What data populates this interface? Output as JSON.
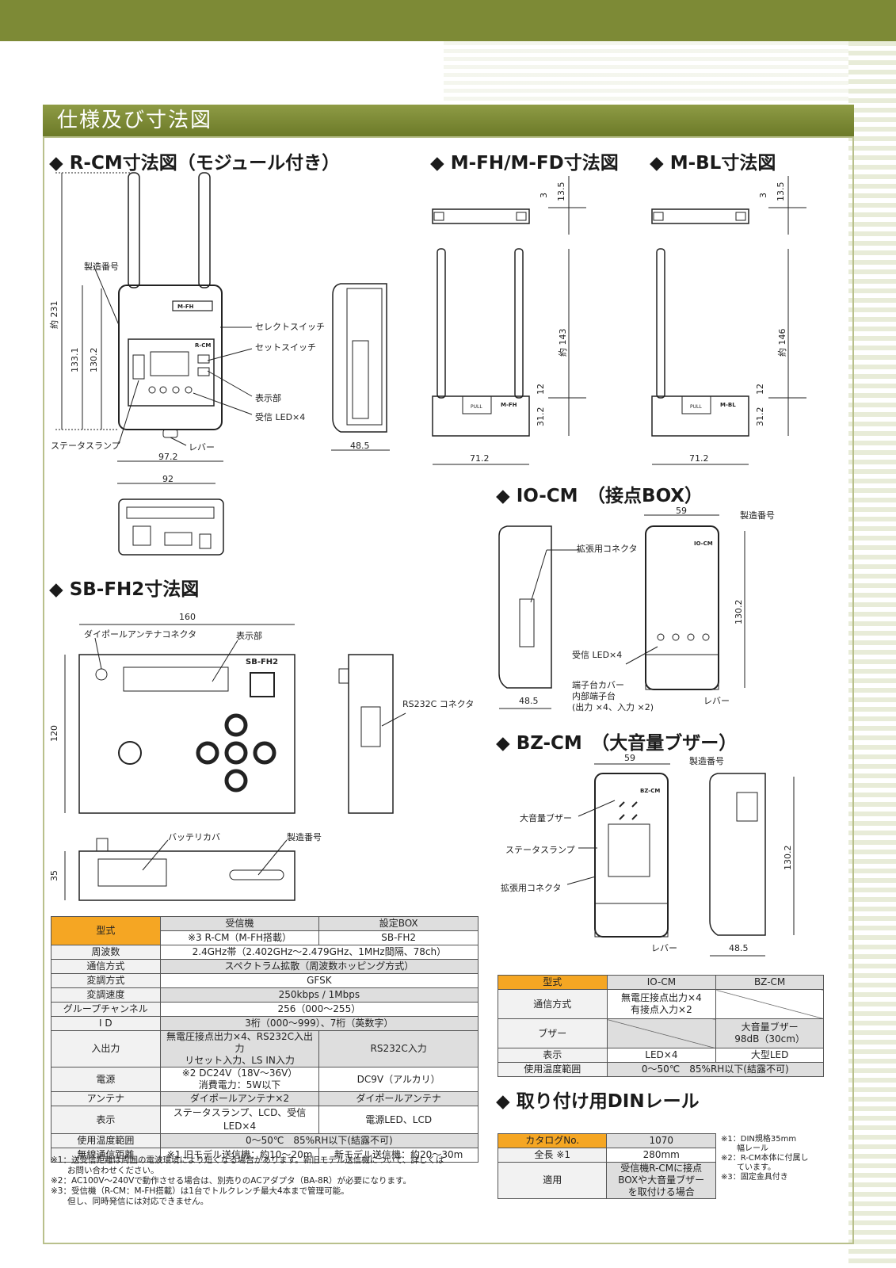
{
  "page": {
    "section_title": "仕様及び寸法図"
  },
  "headings": {
    "rcm": "◆ R-CM寸法図（モジュール付き）",
    "mfh": "◆ M-FH/M-FD寸法図",
    "mbl": "◆ M-BL寸法図",
    "iocm": "◆ IO-CM　（接点BOX）",
    "sbfh2": "◆ SB-FH2寸法図",
    "bzcm": "◆ BZ-CM　（大音量ブザー）",
    "din": "◆ 取り付け用DINレール"
  },
  "rcm_labels": {
    "serial": "製造番号",
    "select_switch": "セレクトスイッチ",
    "set_switch": "セットスイッチ",
    "display": "表示部",
    "recv_led": "受信 LED×4",
    "status_lamp": "ステータスランプ",
    "lever": "レバー",
    "d231": "約 231",
    "d1331": "133.1",
    "d1302": "130.2",
    "d485": "48.5",
    "d972": "97.2",
    "d92": "92",
    "panel_label": "M-FH",
    "panel_label2": "R-CM"
  },
  "mfh_labels": {
    "d3": "3",
    "d135": "13.5",
    "d143": "約 143",
    "d12": "12",
    "d312": "31.2",
    "d712": "71.2",
    "name": "M-FH",
    "pull": "PULL"
  },
  "mbl_labels": {
    "d3": "3",
    "d135": "13.5",
    "d146": "約 146",
    "d12": "12",
    "d312": "31.2",
    "d712": "71.2",
    "name": "M-BL",
    "pull": "PULL"
  },
  "iocm_labels": {
    "d59": "59",
    "serial": "製造番号",
    "ext_conn": "拡張用コネクタ",
    "recv_led": "受信 LED×4",
    "d1302": "130.2",
    "cover": "端子台カバー",
    "inner": "内部端子台",
    "inner2": "(出力 ×4、入力 ×2)",
    "d485": "48.5",
    "lever": "レバー",
    "name": "IO-CM"
  },
  "sb_labels": {
    "d160": "160",
    "dipole": "ダイポールアンテナコネクタ",
    "display": "表示部",
    "name": "SB-FH2",
    "d120": "120",
    "rs232c": "RS232C コネクタ",
    "battery": "バッテリカバ",
    "serial": "製造番号",
    "d35": "35"
  },
  "bz_labels": {
    "d59": "59",
    "serial": "製造番号",
    "buzzer": "大音量ブザー",
    "status_lamp": "ステータスランプ",
    "ext_conn": "拡張用コネクタ",
    "d1302": "130.2",
    "lever": "レバー",
    "d485": "48.5",
    "name": "BZ-CM"
  },
  "spec_table": {
    "header": {
      "col0": "型式",
      "col1": "受信機",
      "col2": "設定BOX",
      "col1b": "※3 R-CM（M-FH搭載）",
      "col2b": "SB-FH2"
    },
    "rows": [
      {
        "label": "周波数",
        "span": "2.4GHz帯（2.402GHz～2.479GHz、1MHz間隔、78ch）"
      },
      {
        "label": "通信方式",
        "span": "スペクトラム拡散（周波数ホッピング方式）"
      },
      {
        "label": "変調方式",
        "span": "GFSK"
      },
      {
        "label": "変調速度",
        "span": "250kbps / 1Mbps"
      },
      {
        "label": "グループチャンネル",
        "span": "256（000～255）"
      },
      {
        "label": "I D",
        "span": "3桁（000～999）、7桁（英数字）"
      }
    ],
    "io": {
      "label": "入出力",
      "a1": "無電圧接点出力×4、RS232C入出力",
      "a2": "リセット入力、LS IN入力",
      "b": "RS232C入力"
    },
    "power": {
      "label": "電源",
      "a1": "※2 DC24V（18V～36V）",
      "a2": "消費電力：5W以下",
      "b": "DC9V（アルカリ）"
    },
    "antenna": {
      "label": "アンテナ",
      "a": "ダイポールアンテナ×2",
      "b": "ダイポールアンテナ"
    },
    "disp": {
      "label": "表示",
      "a": "ステータスランプ、LCD、受信LED×4",
      "b": "電源LED、LCD"
    },
    "temp": {
      "label": "使用温度範囲",
      "span": "0～50℃　85%RH以下(結露不可)"
    },
    "dist": {
      "label": "無線通信距離",
      "a": "※1 旧モデル送信機：約10～20m",
      "b": "新モデル送信機：約20～30m"
    }
  },
  "notes": [
    "※1：送受信距離は周囲の電波環境により短くなる場合があります。新旧モデル送信機について、詳しくは",
    "　　お問い合わせください。",
    "※2：AC100V～240Vで動作させる場合は、別売りのACアダプタ（BA-8R）が必要になります。",
    "※3：受信機（R-CM：M-FH搭載）は1台でトルクレンチ最大4本まで管理可能。",
    "　　但し、同時発信には対応できません。"
  ],
  "io_table": {
    "h0": "型式",
    "h1": "IO-CM",
    "h2": "BZ-CM",
    "comm_label": "通信方式",
    "comm_a1": "無電圧接点出力×4",
    "comm_a2": "有接点入力×2",
    "buzzer_label": "ブザー",
    "buzzer_b1": "大音量ブザー",
    "buzzer_b2": "98dB（30cm）",
    "disp_label": "表示",
    "disp_a": "LED×4",
    "disp_b": "大型LED",
    "temp_label": "使用温度範囲",
    "temp_span": "0～50℃　85%RH以下(結露不可)"
  },
  "din_table": {
    "catalog_label": "カタログNo.",
    "catalog": "1070",
    "length_label": "全長 ※1",
    "length": "280mm",
    "use_label": "適用",
    "use1": "受信機R-CMに接点",
    "use2": "BOXや大音量ブザー",
    "use3": "を取付ける場合"
  },
  "din_notes": [
    "※1：DIN規格35mm",
    "　　幅レール",
    "※2：R-CM本体に付属し",
    "　　ています。",
    "※3：固定金具付き"
  ]
}
